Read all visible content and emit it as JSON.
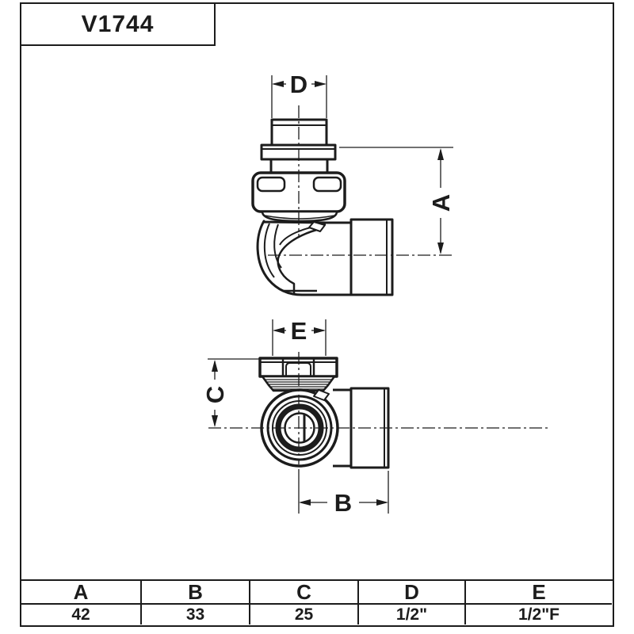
{
  "title_block": {
    "model": "V1744"
  },
  "drawing": {
    "dimension_labels": {
      "d": "D",
      "a": "A",
      "e": "E",
      "c": "C",
      "b": "B"
    }
  },
  "spec_table": {
    "headers": [
      "A",
      "B",
      "C",
      "D",
      "E"
    ],
    "values": [
      "42",
      "33",
      "25",
      "1/2\"",
      "1/2\"F"
    ]
  },
  "colors": {
    "line": "#1c1c1c",
    "background": "#ffffff"
  }
}
